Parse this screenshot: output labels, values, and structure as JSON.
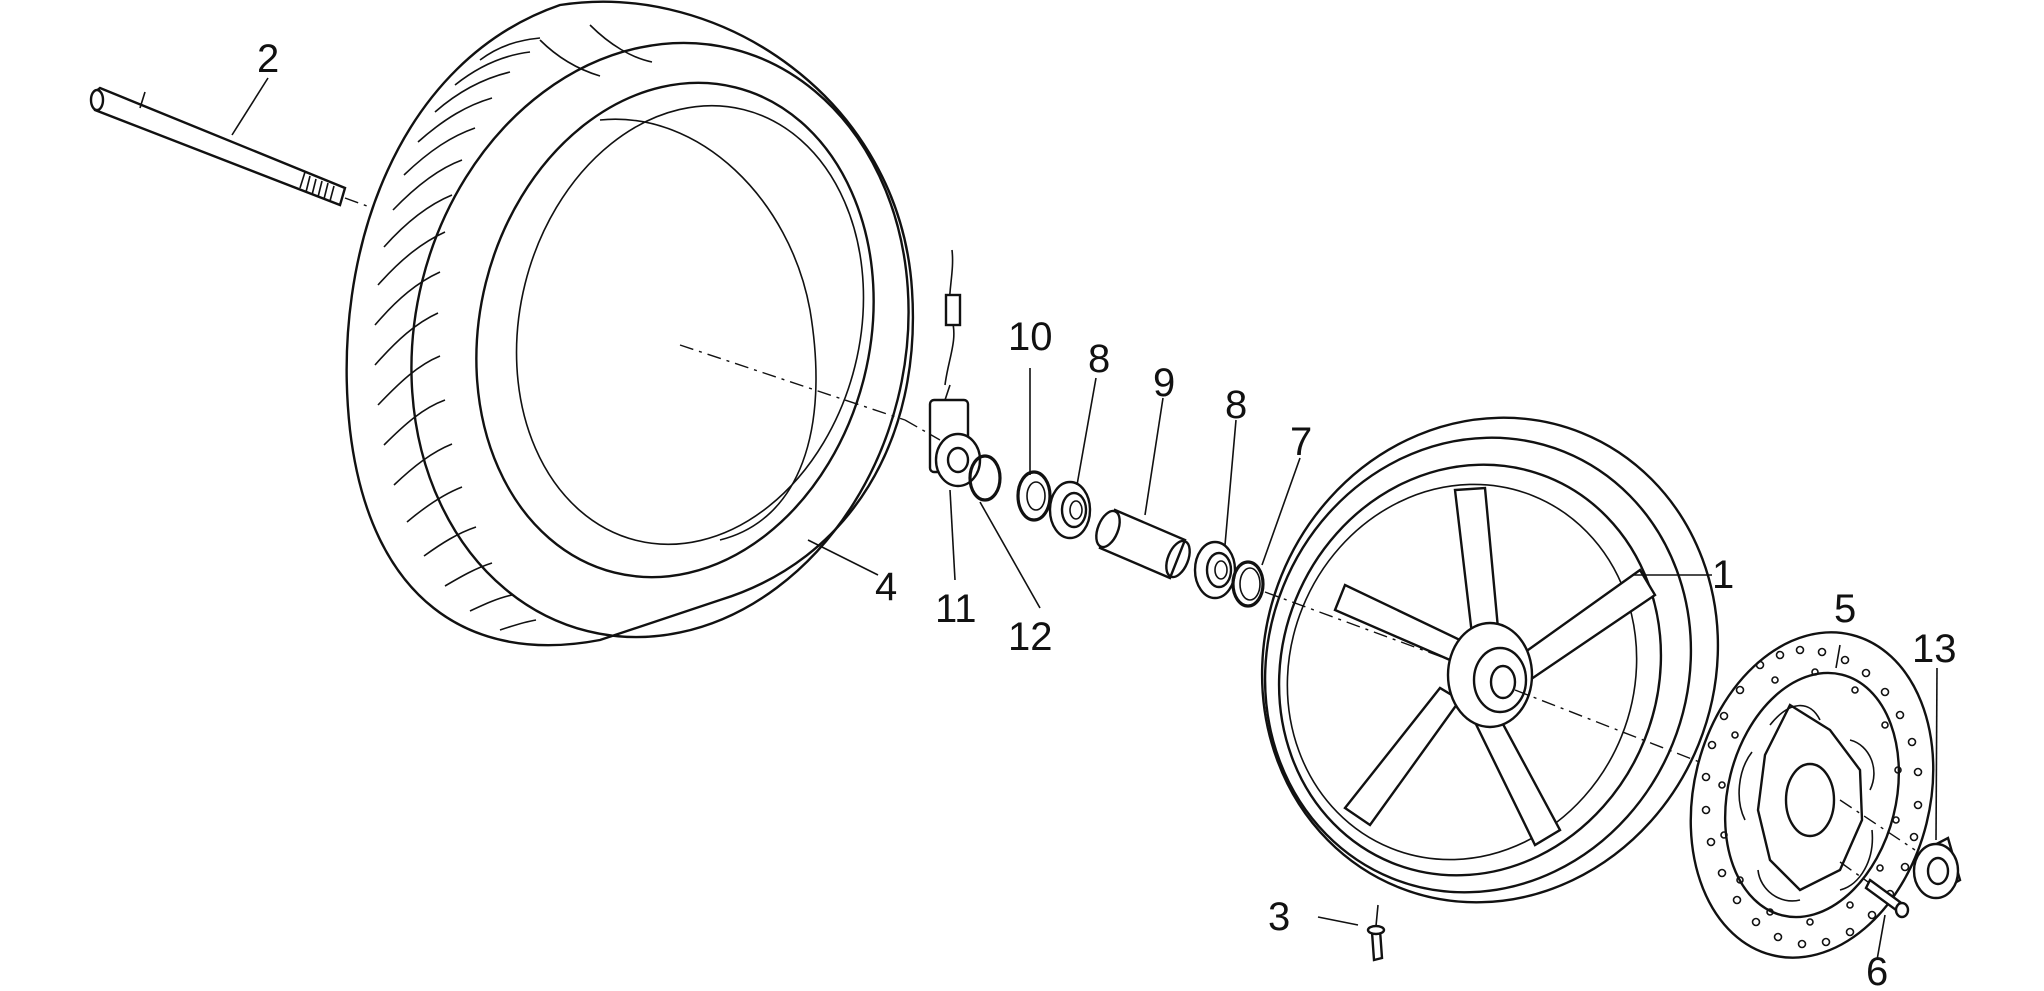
{
  "diagram": {
    "labels": [
      {
        "id": "1",
        "text": "1"
      },
      {
        "id": "2",
        "text": "2"
      },
      {
        "id": "3",
        "text": "3"
      },
      {
        "id": "4",
        "text": "4"
      },
      {
        "id": "5",
        "text": "5"
      },
      {
        "id": "6",
        "text": "6"
      },
      {
        "id": "7",
        "text": "7"
      },
      {
        "id": "8a",
        "text": "8"
      },
      {
        "id": "8b",
        "text": "8"
      },
      {
        "id": "9",
        "text": "9"
      },
      {
        "id": "10",
        "text": "10"
      },
      {
        "id": "11",
        "text": "11"
      },
      {
        "id": "12",
        "text": "12"
      },
      {
        "id": "13",
        "text": "13"
      }
    ]
  }
}
